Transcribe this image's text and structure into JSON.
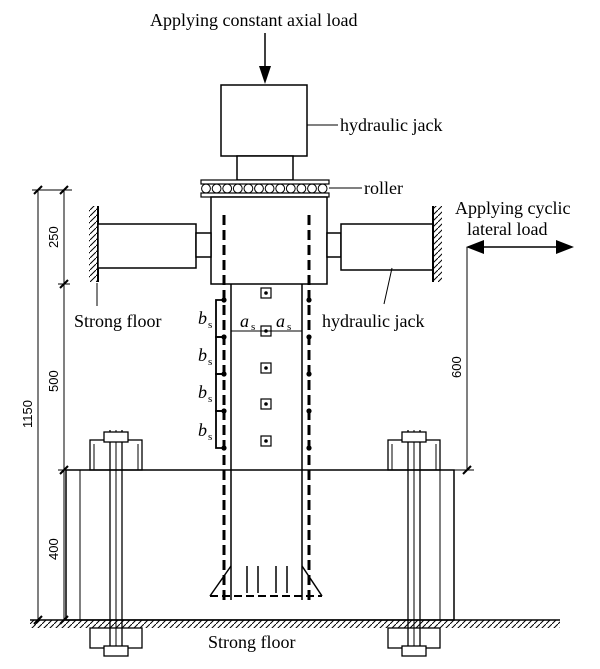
{
  "labels": {
    "axial_load": "Applying constant axial load",
    "hydraulic_jack_top": "hydraulic jack",
    "roller": "roller",
    "cyclic_line1": "Applying cyclic",
    "cyclic_line2": "lateral load",
    "strong_floor_left": "Strong floor",
    "hydraulic_jack_right": "hydraulic jack",
    "strong_floor_bottom": "Strong floor"
  },
  "dimensions": {
    "d250": "250",
    "d500": "500",
    "d1150": "1150",
    "d400": "400",
    "d600": "600"
  },
  "symbols": {
    "a_main": "a",
    "a_sub": "s",
    "b_main": "b",
    "b_sub": "s"
  }
}
